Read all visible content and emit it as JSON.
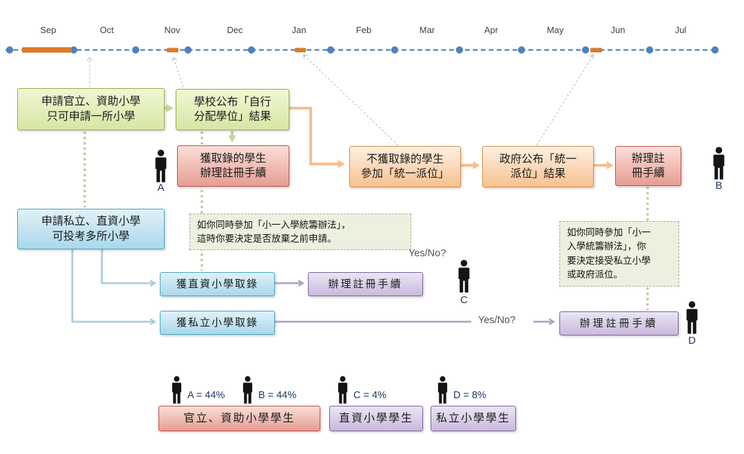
{
  "timeline": {
    "months": [
      "Sep",
      "Oct",
      "Nov",
      "Dec",
      "Jan",
      "Feb",
      "Mar",
      "Apr",
      "May",
      "Jun",
      "Jul"
    ]
  },
  "flow": {
    "apply_gov_line1": "申請官立、資助小學",
    "apply_gov_line2": "只可申請一所小學",
    "school_announce_line1": "學校公布「自行",
    "school_announce_line2": "分配學位」結果",
    "admitted_line1": "獲取錄的學生",
    "admitted_line2": "辦理註冊手續",
    "not_admitted_line1": "不獲取錄的學生",
    "not_admitted_line2": "參加「統一派位」",
    "gov_result_line1": "政府公布「統一",
    "gov_result_line2": "派位」結果",
    "register_b_line1": "辦理註",
    "register_b_line2": "冊手續",
    "apply_private_line1": "申請私立、直資小學",
    "apply_private_line2": "可投考多所小學",
    "dss_admitted": "獲直資小學取錄",
    "register_c": "辦理註冊手續",
    "private_admitted": "獲私立小學取錄",
    "register_d": "辦理註冊手續",
    "yes_no_c": "Yes/No?",
    "yes_no_d": "Yes/No?"
  },
  "notes": {
    "note1_line1": "如你同時參加「小一入學統籌辦法」，",
    "note1_line2": "這時你要決定是否放棄之前申請。",
    "note2_line1": "如你同時參加「小一",
    "note2_line2": "入學統籌辦法」，你",
    "note2_line3": "要決定接受私立小學",
    "note2_line4": "或政府派位。"
  },
  "persons": {
    "a": "A",
    "b": "B",
    "c": "C",
    "d": "D"
  },
  "legend": {
    "stat_a": "A = 44%",
    "stat_b": "B = 44%",
    "stat_c": "C = 4%",
    "stat_d": "D = 8%",
    "group_gov": "官立、資助小學學生",
    "group_dss": "直資小學學生",
    "group_private": "私立小學學生",
    "icon": "person-icon"
  },
  "colors": {
    "timeline_blue": "#4e81bd",
    "timeline_orange": "#dc7a2c",
    "green_border": "#94ad4c",
    "red_border": "#bf4e4b",
    "orange_border": "#dd8b44",
    "blue_border": "#48a5c3",
    "purple_border": "#7c6597",
    "note_bg": "#ebf1de",
    "dotted_khaki": "#c8c096",
    "person_navy": "#1f3864"
  }
}
